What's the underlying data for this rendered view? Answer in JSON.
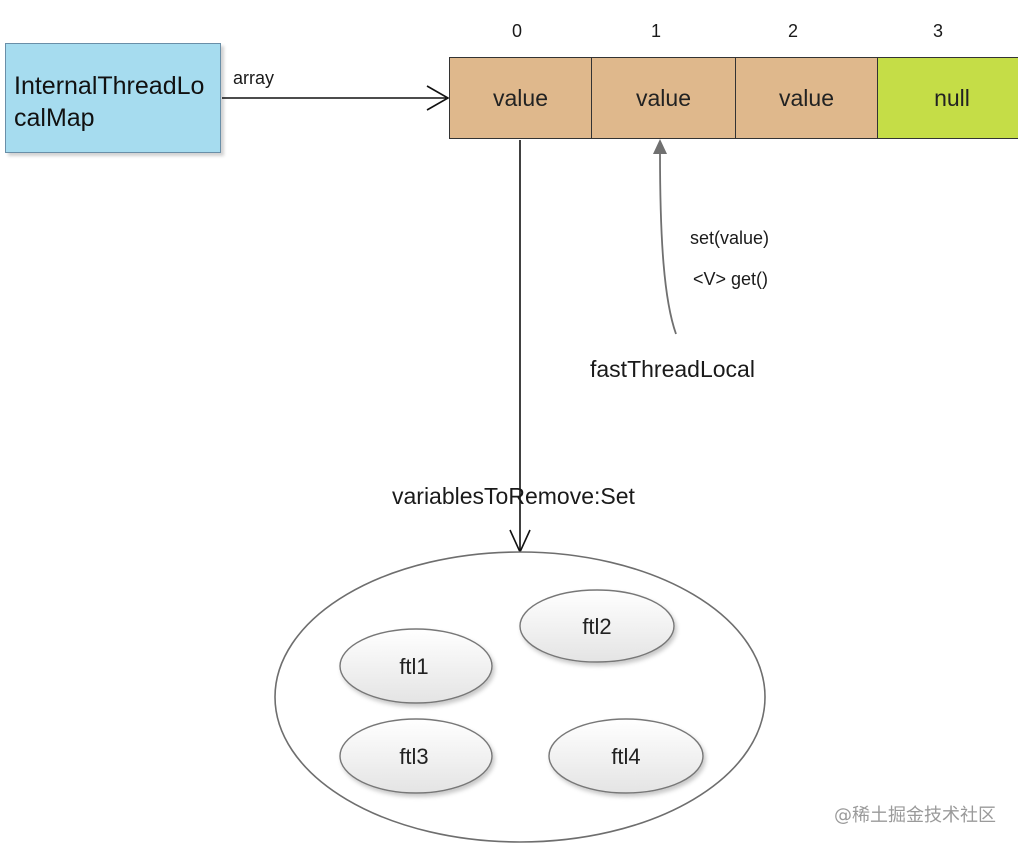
{
  "map_box": {
    "text": "InternalThreadLocalMap",
    "color": "#a6dcef"
  },
  "array_label": "array",
  "array": {
    "indices": [
      "0",
      "1",
      "2",
      "3"
    ],
    "cells": [
      "value",
      "value",
      "value",
      "null"
    ],
    "value_color": "#dfb88c",
    "null_color": "#c5dd47"
  },
  "methods": [
    "set(value)",
    "<V> get()"
  ],
  "fast_thread_local_label": "fastThreadLocal",
  "set_label": "variablesToRemove:Set",
  "set_items": [
    "ftl1",
    "ftl2",
    "ftl3",
    "ftl4"
  ],
  "watermark": "@稀土掘金技术社区"
}
